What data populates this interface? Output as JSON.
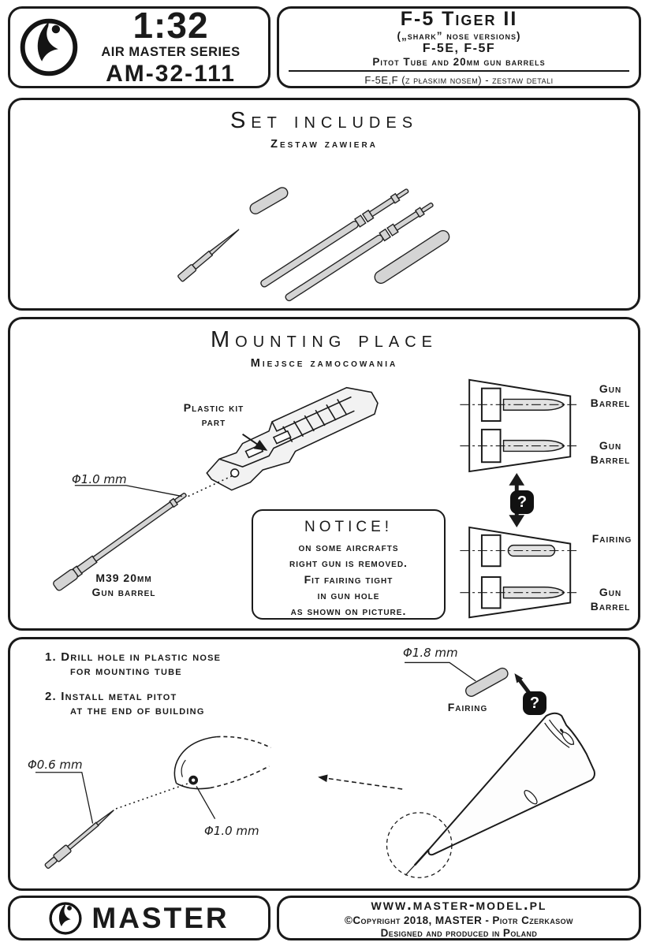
{
  "header": {
    "brand": {
      "scale": "1:32",
      "series": "AIR MASTER SERIES",
      "code": "AM-32-111"
    },
    "title": {
      "name": "F-5 Tiger II",
      "versions": "(„shark” nose versions)",
      "models": "F-5E, F-5F",
      "contents": "Pitot Tube and 20mm gun barrels",
      "polish": "F-5E,F (z płaskim nosem) - zestaw detali"
    }
  },
  "set_includes": {
    "title": "Set includes",
    "subtitle": "Zestaw zawiera"
  },
  "mounting": {
    "title": "Mounting place",
    "subtitle": "Miejsce zamocowania",
    "plastic_kit_line1": "Plastic kit",
    "plastic_kit_line2": "part",
    "dia_1_0": "Φ1.0 mm",
    "m39_line1": "M39 20mm",
    "m39_line2": "Gun barrel",
    "notice_title": "NOTICE!",
    "notice_lines": [
      "on some aircrafts",
      "right gun is removed.",
      "Fit fairing tight",
      "in gun hole",
      "as shown on picture."
    ],
    "label_gun_barrel": "Gun Barrel",
    "label_fairing": "Fairing",
    "question_mark": "?"
  },
  "pitot": {
    "step1_line1": "1. Drill hole in plastic nose",
    "step1_line2": "for mounting tube",
    "step2_line1": "2. Install metal pitot",
    "step2_line2": "at the end of building",
    "dia_1_8": "Φ1.8 mm",
    "fairing": "Fairing",
    "dia_0_6": "Φ0.6 mm",
    "dia_1_0": "Φ1.0 mm",
    "question_mark": "?"
  },
  "footer": {
    "brand": "MASTER",
    "website": "www.master-model.pl",
    "copyright": "©Copyright 2018, MASTER - Piotr Czerkasow",
    "produced": "Designed and produced in Poland"
  }
}
